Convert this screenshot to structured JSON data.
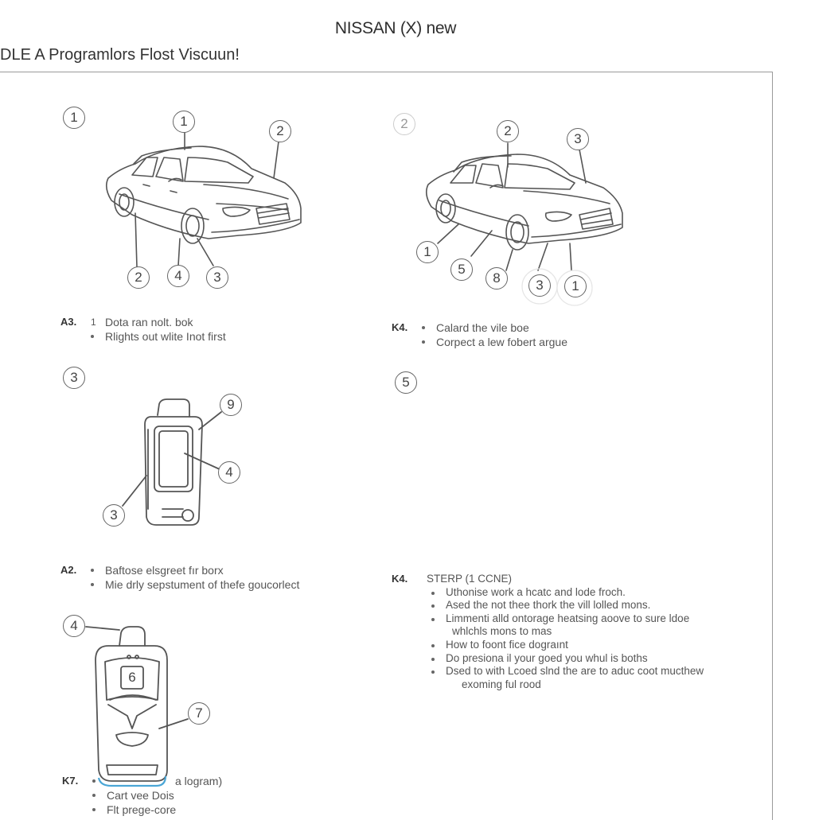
{
  "header": {
    "title": "NISSAN (X) new",
    "subtitle": "DLE A Programlors Flost Viscuun!"
  },
  "panels": [
    {
      "marker": "1",
      "callouts": [
        "1",
        "2",
        "2",
        "4",
        "3"
      ]
    },
    {
      "marker": "2",
      "callouts": [
        "2",
        "3",
        "1",
        "5",
        "8",
        "3",
        "1"
      ]
    },
    {
      "marker": "3",
      "callouts": [
        "9",
        "4",
        "3"
      ]
    },
    {
      "marker": "5"
    },
    {
      "marker": "4",
      "callouts": [
        "6",
        "7"
      ]
    }
  ],
  "captions": {
    "a3": {
      "label": "A3.",
      "number": "1",
      "lines": [
        "Dota ran nolt. bok",
        "Rlights out wlite Inot first"
      ]
    },
    "k4_top": {
      "label": "K4.",
      "lines": [
        "Calard the vile boe",
        "Corpect a lew fobert argue"
      ]
    },
    "a2": {
      "label": "A2.",
      "lines": [
        "Baftose elsgreet fır borx",
        "Mie drly sepstument of thefe goucorlect"
      ]
    },
    "k4_bottom": {
      "label": "K4.",
      "heading": "STERP (1 CCNE)",
      "lines": [
        "Uthonise work a hcatc and lode froch.",
        "Ased the not thee thork the vill lolled mons.",
        "Limmenti alld ontorage heatsing aoove to sure ldoe",
        "whlchls mons to mas",
        "How to foont fice dograınt",
        "Do presiona il your goed you whul is boths",
        "Dsed to with Lcoed slnd the are to aduc coot mucthew",
        "exoming ful rood"
      ]
    },
    "k7": {
      "label": "K7.",
      "lines": [
        "a logram)",
        "Cart vee Dois",
        "Flt prege-core"
      ]
    }
  }
}
